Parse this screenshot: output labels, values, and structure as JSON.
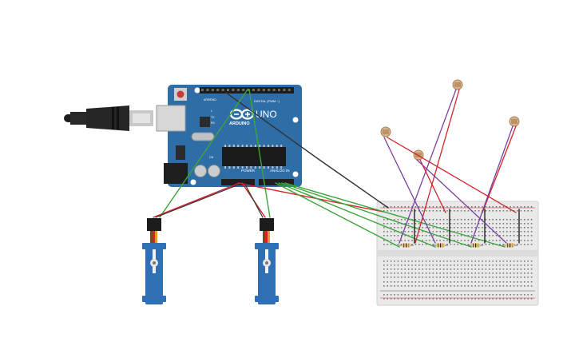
{
  "arduino": {
    "brand_text": "ARDUINO",
    "model_text": "UNO",
    "digital_header_label": "DIGITAL (PWM ~)",
    "power_header_label": "POWER",
    "analog_header_label": "ANALOG IN",
    "aref_label": "AREF",
    "gnd_label": "GND",
    "tx_label": "TX",
    "rx_label": "RX",
    "l_label": "L",
    "on_label": "ON"
  },
  "components": {
    "servos": [
      "servo-1",
      "servo-2"
    ],
    "photoresistors": [
      "ldr-1",
      "ldr-2",
      "ldr-3",
      "ldr-4"
    ],
    "resistors": [
      "resistor-1",
      "resistor-2",
      "resistor-3",
      "resistor-4"
    ]
  },
  "colors": {
    "board": "#2f6da7",
    "board_dark": "#245a8d",
    "wire_red": "#d2232a",
    "wire_black": "#333333",
    "wire_green": "#3aa53a",
    "wire_purple": "#7b3f9e",
    "breadboard": "#e8e8e8",
    "servo_body": "#2f6fb5"
  }
}
